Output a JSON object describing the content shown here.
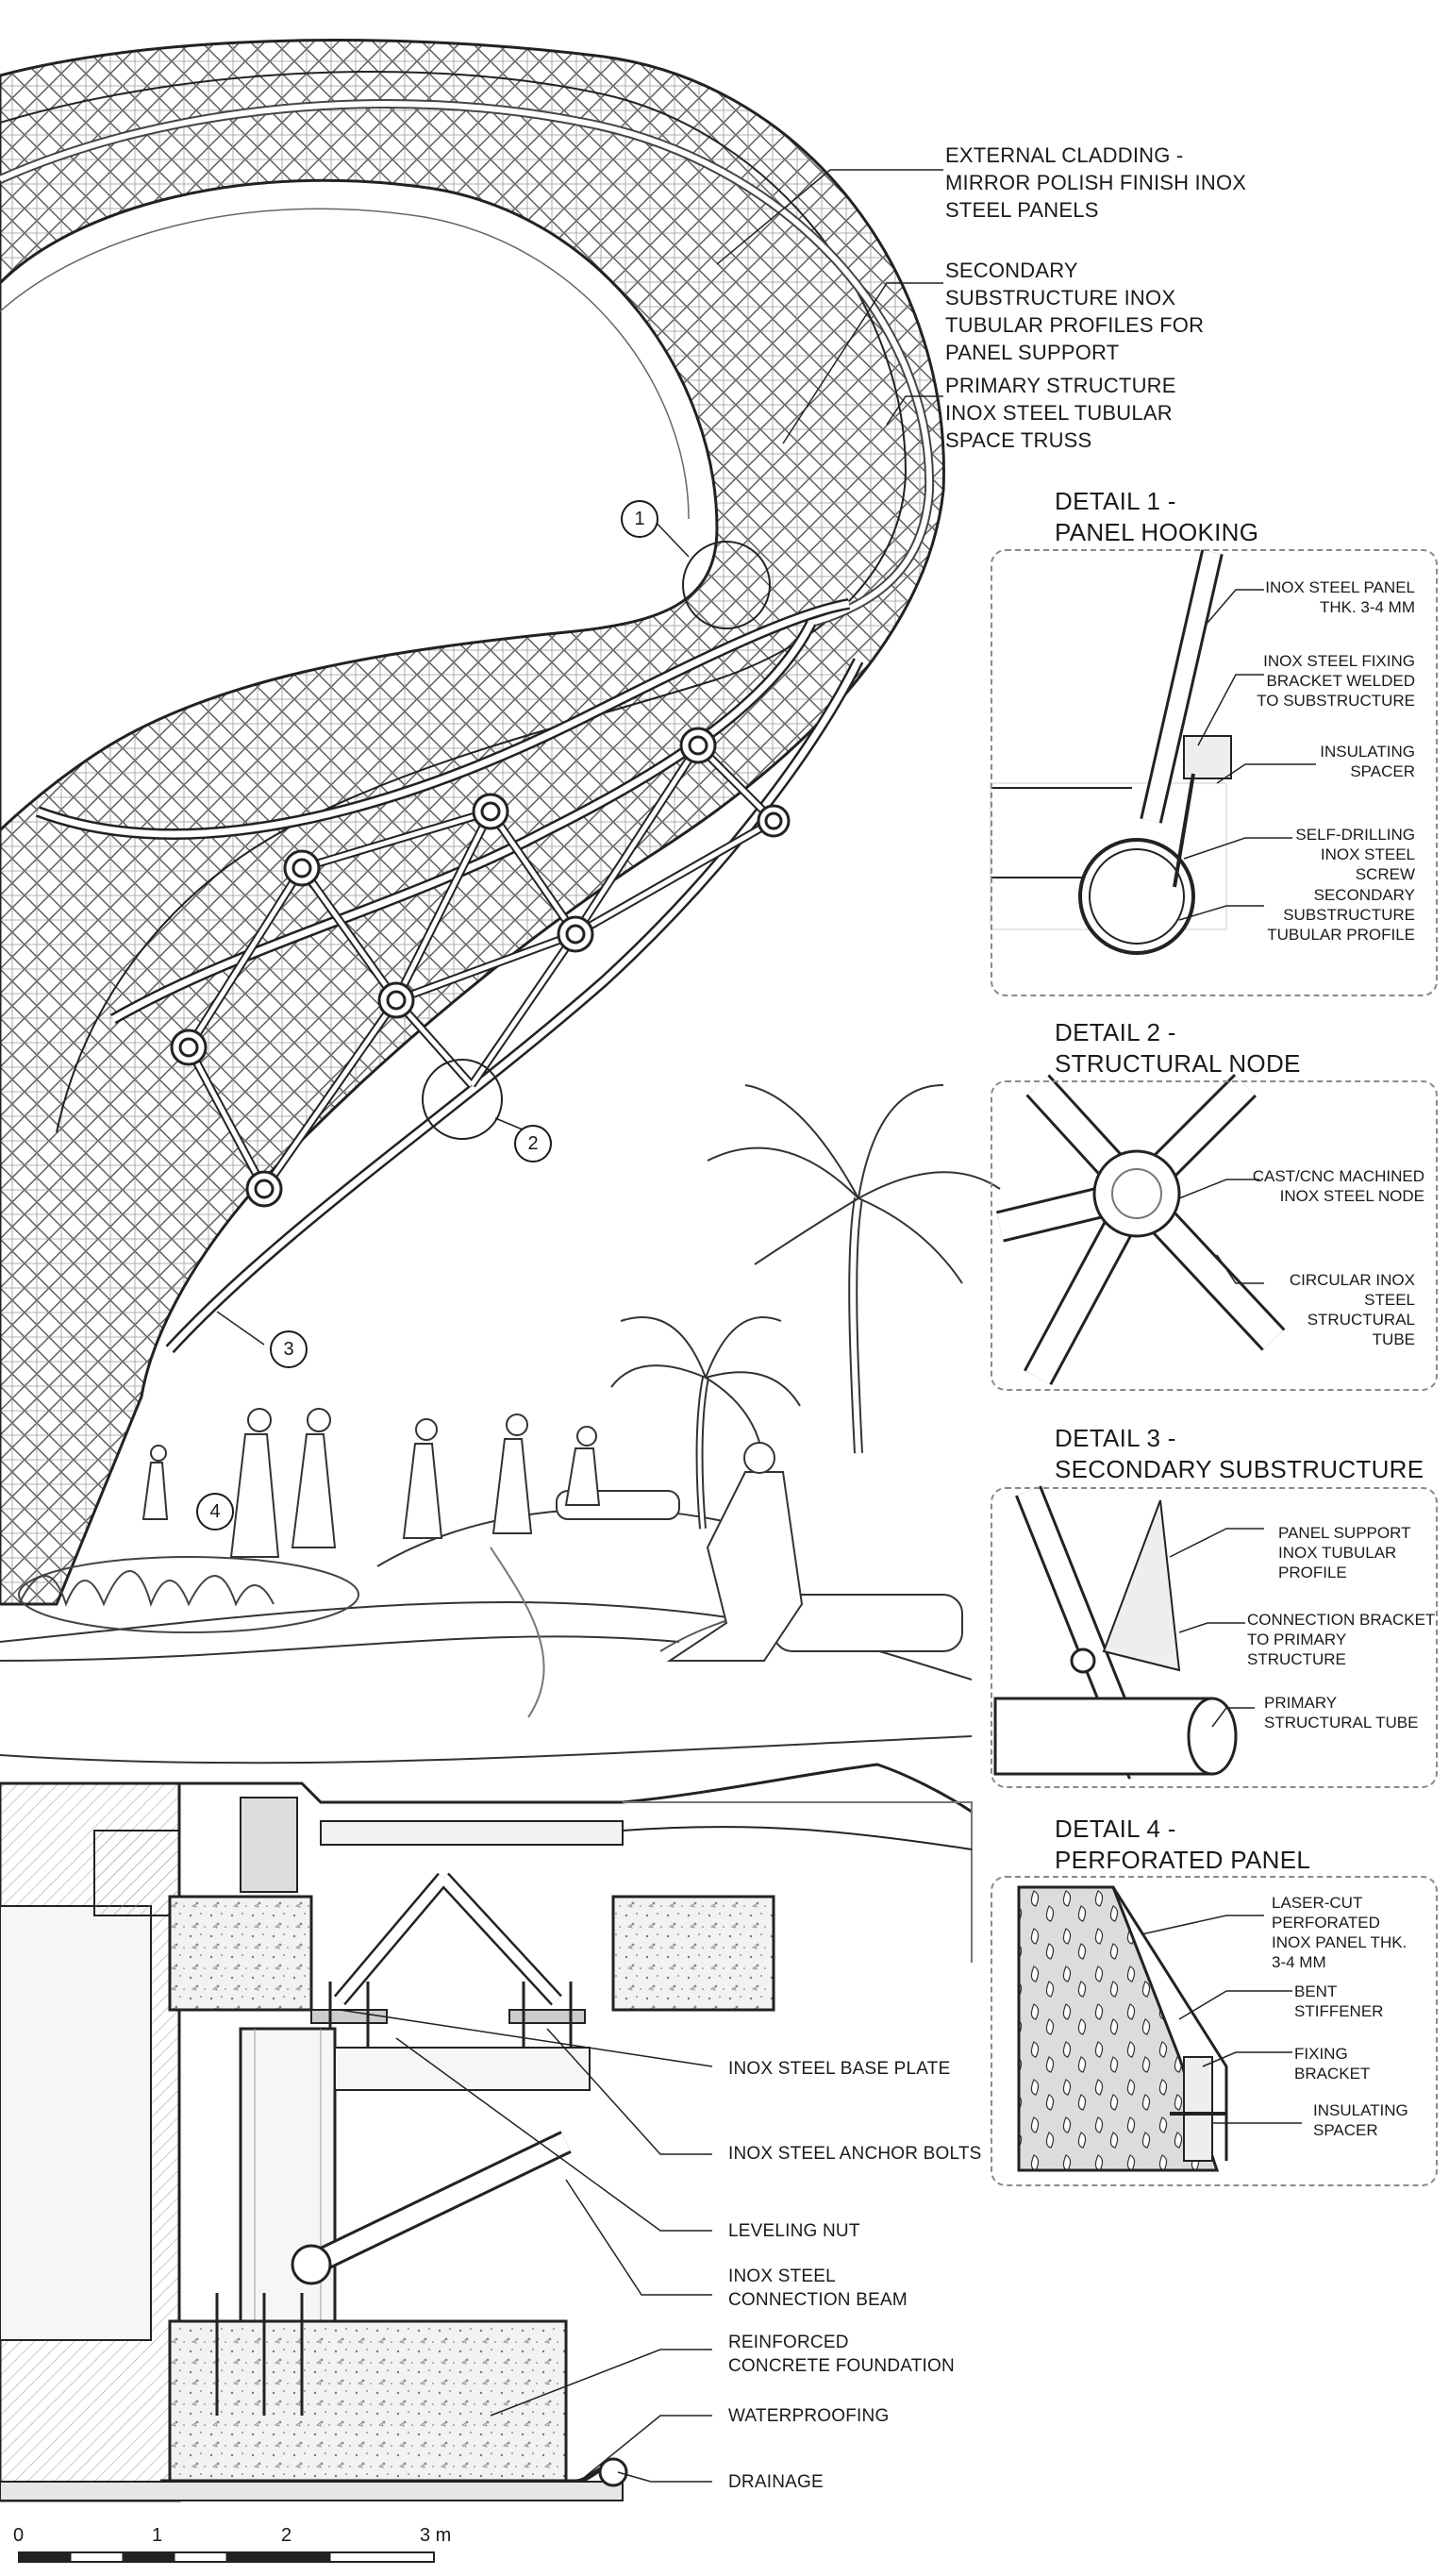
{
  "callouts": [
    "EXTERNAL CLADDING - MIRROR POLISH FINISH INOX STEEL PANELS",
    "SECONDARY SUBSTRUCTURE INOX TUBULAR PROFILES FOR PANEL SUPPORT",
    "PRIMARY STRUCTURE INOX STEEL TUBULAR SPACE TRUSS"
  ],
  "markers": [
    "1",
    "2",
    "3",
    "4"
  ],
  "details": [
    {
      "title_line1": "DETAIL 1 -",
      "title_line2": "PANEL HOOKING",
      "notes": [
        "INOX STEEL PANEL THK. 3-4 mm",
        "INOX STEEL FIXING BRACKET WELDED TO SUBSTRUCTURE",
        "INSULATING SPACER",
        "SELF-DRILLING INOX STEEL SCREW",
        "SECONDARY SUBSTRUCTURE TUBULAR PROFILE"
      ]
    },
    {
      "title_line1": "DETAIL 2 -",
      "title_line2": "STRUCTURAL NODE",
      "notes": [
        "CAST/CNC MACHINED INOX STEEL NODE",
        "CIRCULAR INOX STEEL STRUCTURAL TUBE"
      ]
    },
    {
      "title_line1": "DETAIL 3 -",
      "title_line2": "SECONDARY SUBSTRUCTURE",
      "notes": [
        "PANEL SUPPORT INOX TUBULAR PROFILE",
        "CONNECTION BRACKET TO PRIMARY STRUCTURE",
        "PRIMARY STRUCTURAL TUBE"
      ]
    },
    {
      "title_line1": "DETAIL 4 -",
      "title_line2": "PERFORATED PANEL",
      "notes": [
        "LASER-CUT PERFORATED INOX PANEL THK. 3-4 mm",
        "BENT STIFFENER",
        "FIXING BRACKET",
        "INSULATING SPACER"
      ]
    }
  ],
  "foundation_labels": [
    "INOX STEEL BASE PLATE",
    "INOX STEEL ANCHOR BOLTS",
    "LEVELING NUT",
    "INOX STEEL CONNECTION BEAM",
    "REINFORCED CONCRETE FOUNDATION",
    "WATERPROOFING",
    "DRAINAGE"
  ],
  "scale": {
    "ticks": [
      "0",
      "1",
      "2",
      "3 m"
    ]
  }
}
